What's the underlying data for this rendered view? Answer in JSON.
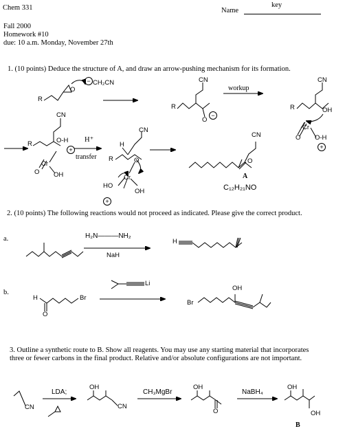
{
  "header": {
    "course": "Chem 331",
    "name_label": "Name",
    "name_value": "key",
    "term": "Fall  2000",
    "homework": "Homework #10",
    "due": "due:  10 a.m. Monday, November 27th"
  },
  "q1": {
    "prompt": "1. (10 points)  Deduce the structure of A, and draw an arrow-pushing mechanism for its formation.",
    "labels": {
      "ch2cn": "CH₂CN",
      "cn": "CN",
      "r": "R",
      "o": "O",
      "oh_h": "O-H",
      "oh": "OH",
      "ho": "HO",
      "h": "H",
      "hplus": "H⁺",
      "transfer": "transfer",
      "workup": "workup",
      "cr": "Cr",
      "compound_label": "A",
      "formula": "C₁₂H₂₁NO"
    }
  },
  "q2": {
    "prompt": "2.  (10 points) The following reactions would not proceed as indicated. Please give the correct product.",
    "a": {
      "label": "a.",
      "reagent_top": "H₂N———NH₂",
      "reagent_bottom": "NaH",
      "product_h": "H"
    },
    "b": {
      "label": "b.",
      "reagent_li": "Li",
      "start_h": "H",
      "start_o": "O",
      "start_br": "Br",
      "product_br": "Br",
      "product_oh": "OH"
    }
  },
  "q3": {
    "prompt_line1": "3.  Outline a synthetic route to B. Show all reagents. You may use any starting material that incorporates",
    "prompt_line2": "three or fewer carbons in the final product. Relative and/or absolute configurations are not important.",
    "reagent1": "LDA;",
    "reagent2": "CH₃MgBr",
    "reagent3": "NaBH₄",
    "cn": "CN",
    "oh": "OH",
    "o": "O",
    "compound_label": "B"
  }
}
